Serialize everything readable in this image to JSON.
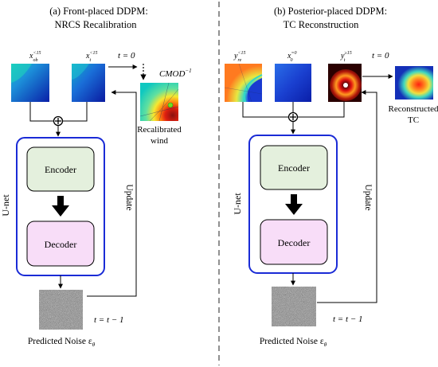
{
  "left": {
    "title_line1": "(a) Front-placed DDPM:",
    "title_line2": "NRCS Recalibration",
    "input1_label": "x",
    "input1_sup": "<15",
    "input1_sub": "ob",
    "input2_label": "x",
    "input2_sup": "<15",
    "input2_sub": "t",
    "step_label": "t = 0",
    "cmod_label": "CMOD",
    "cmod_sup": "−1",
    "output_line1": "Recalibrated",
    "output_line2": "wind",
    "unet_label": "U-net",
    "encoder_label": "Encoder",
    "decoder_label": "Decoder",
    "update_label": "Update",
    "iter_label": "t = t − 1",
    "noise_label": "Predicted Noise ε",
    "noise_sub": "θ"
  },
  "right": {
    "title_line1": "(b) Posterior-placed DDPM:",
    "title_line2": "TC Reconstruction",
    "input1_label": "y",
    "input1_sup": "<15",
    "input1_sub": "re",
    "input2_label": "x",
    "input2_sup": "=0",
    "input2_sub": "0",
    "input3_label": "y",
    "input3_sup": "≥15",
    "input3_sub": "t",
    "step_label": "t = 0",
    "output_line1": "Reconstructed",
    "output_line2": "TC",
    "unet_label": "U-net",
    "encoder_label": "Encoder",
    "decoder_label": "Decoder",
    "update_label": "Update",
    "iter_label": "t = t − 1",
    "noise_label": "Predicted Noise ε",
    "noise_sub": "θ"
  },
  "colors": {
    "unet_border": "#1a2bd6",
    "encoder_fill": "#e4f0dd",
    "decoder_fill": "#f8ddf8",
    "divider": "#555555"
  }
}
